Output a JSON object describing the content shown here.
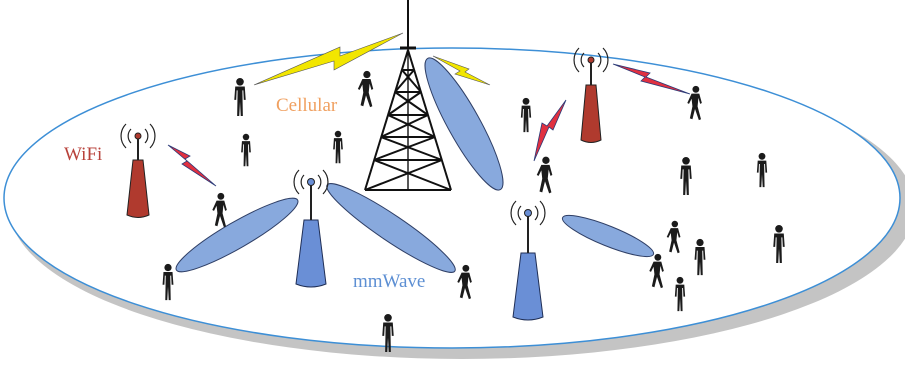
{
  "labels": {
    "cellular": "Cellular",
    "wifi": "WiFi",
    "mmwave": "mmWave"
  },
  "colors": {
    "ground_stroke": "#3d8fd6",
    "ground_shadow": "#c4c4c4",
    "tower": "#111111",
    "cellular_bolt": "#f2e600",
    "wifi_bolt": "#e03040",
    "wifi_body": "#b03a2e",
    "mmwave_body": "#6a8fd6",
    "beam_fill": "#88a9dd",
    "person": "#1b1b1b",
    "cellular_text": "#f0a060",
    "wifi_text": "#b8423b",
    "mmwave_text": "#5d8fd3"
  },
  "icons": {
    "tower": "cell-tower-icon",
    "wifi_ap": "wifi-access-point-icon",
    "mmwave_bs": "mmwave-base-station-icon",
    "user": "person-icon",
    "beam": "mmwave-beam-icon",
    "link": "lightning-link-icon"
  }
}
